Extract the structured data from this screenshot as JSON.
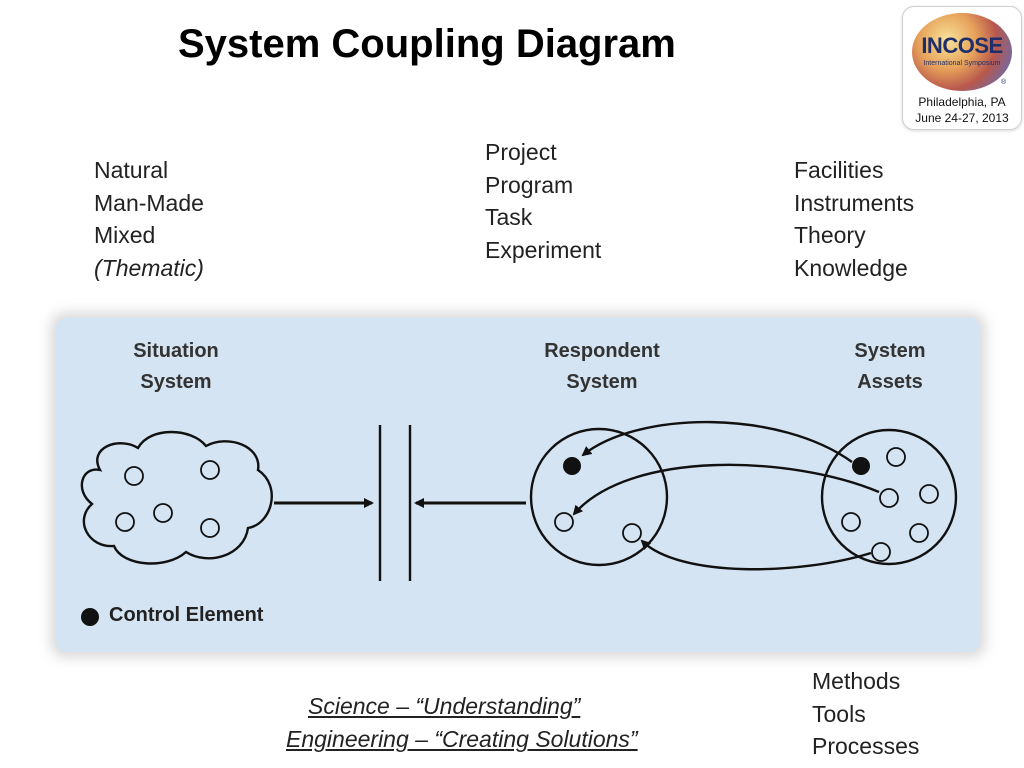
{
  "title": "System Coupling Diagram",
  "logo": {
    "brand": "INCOSE",
    "subtitle": "International Symposium",
    "registered": "®",
    "city": "Philadelphia, PA",
    "date": "June 24-27, 2013"
  },
  "lists": {
    "situation_types": [
      "Natural",
      "Man-Made",
      "Mixed",
      "(Thematic)"
    ],
    "respondent_types": [
      "Project",
      "Program",
      "Task",
      "Experiment"
    ],
    "asset_types": [
      "Facilities",
      "Instruments",
      "Theory",
      "Knowledge"
    ],
    "asset_means": [
      "Methods",
      "Tools",
      "Processes"
    ]
  },
  "diagram": {
    "situation_label": [
      "Situation",
      "System"
    ],
    "respondent_label": [
      "Respondent",
      "System"
    ],
    "assets_label": [
      "System",
      "Assets"
    ],
    "legend": "Control Element"
  },
  "footer": {
    "science": "Science – “Understanding”",
    "engineering": "Engineering – “Creating Solutions”"
  },
  "colors": {
    "panel": "#d4e4f3",
    "stroke": "#111111",
    "title": "#000000"
  }
}
